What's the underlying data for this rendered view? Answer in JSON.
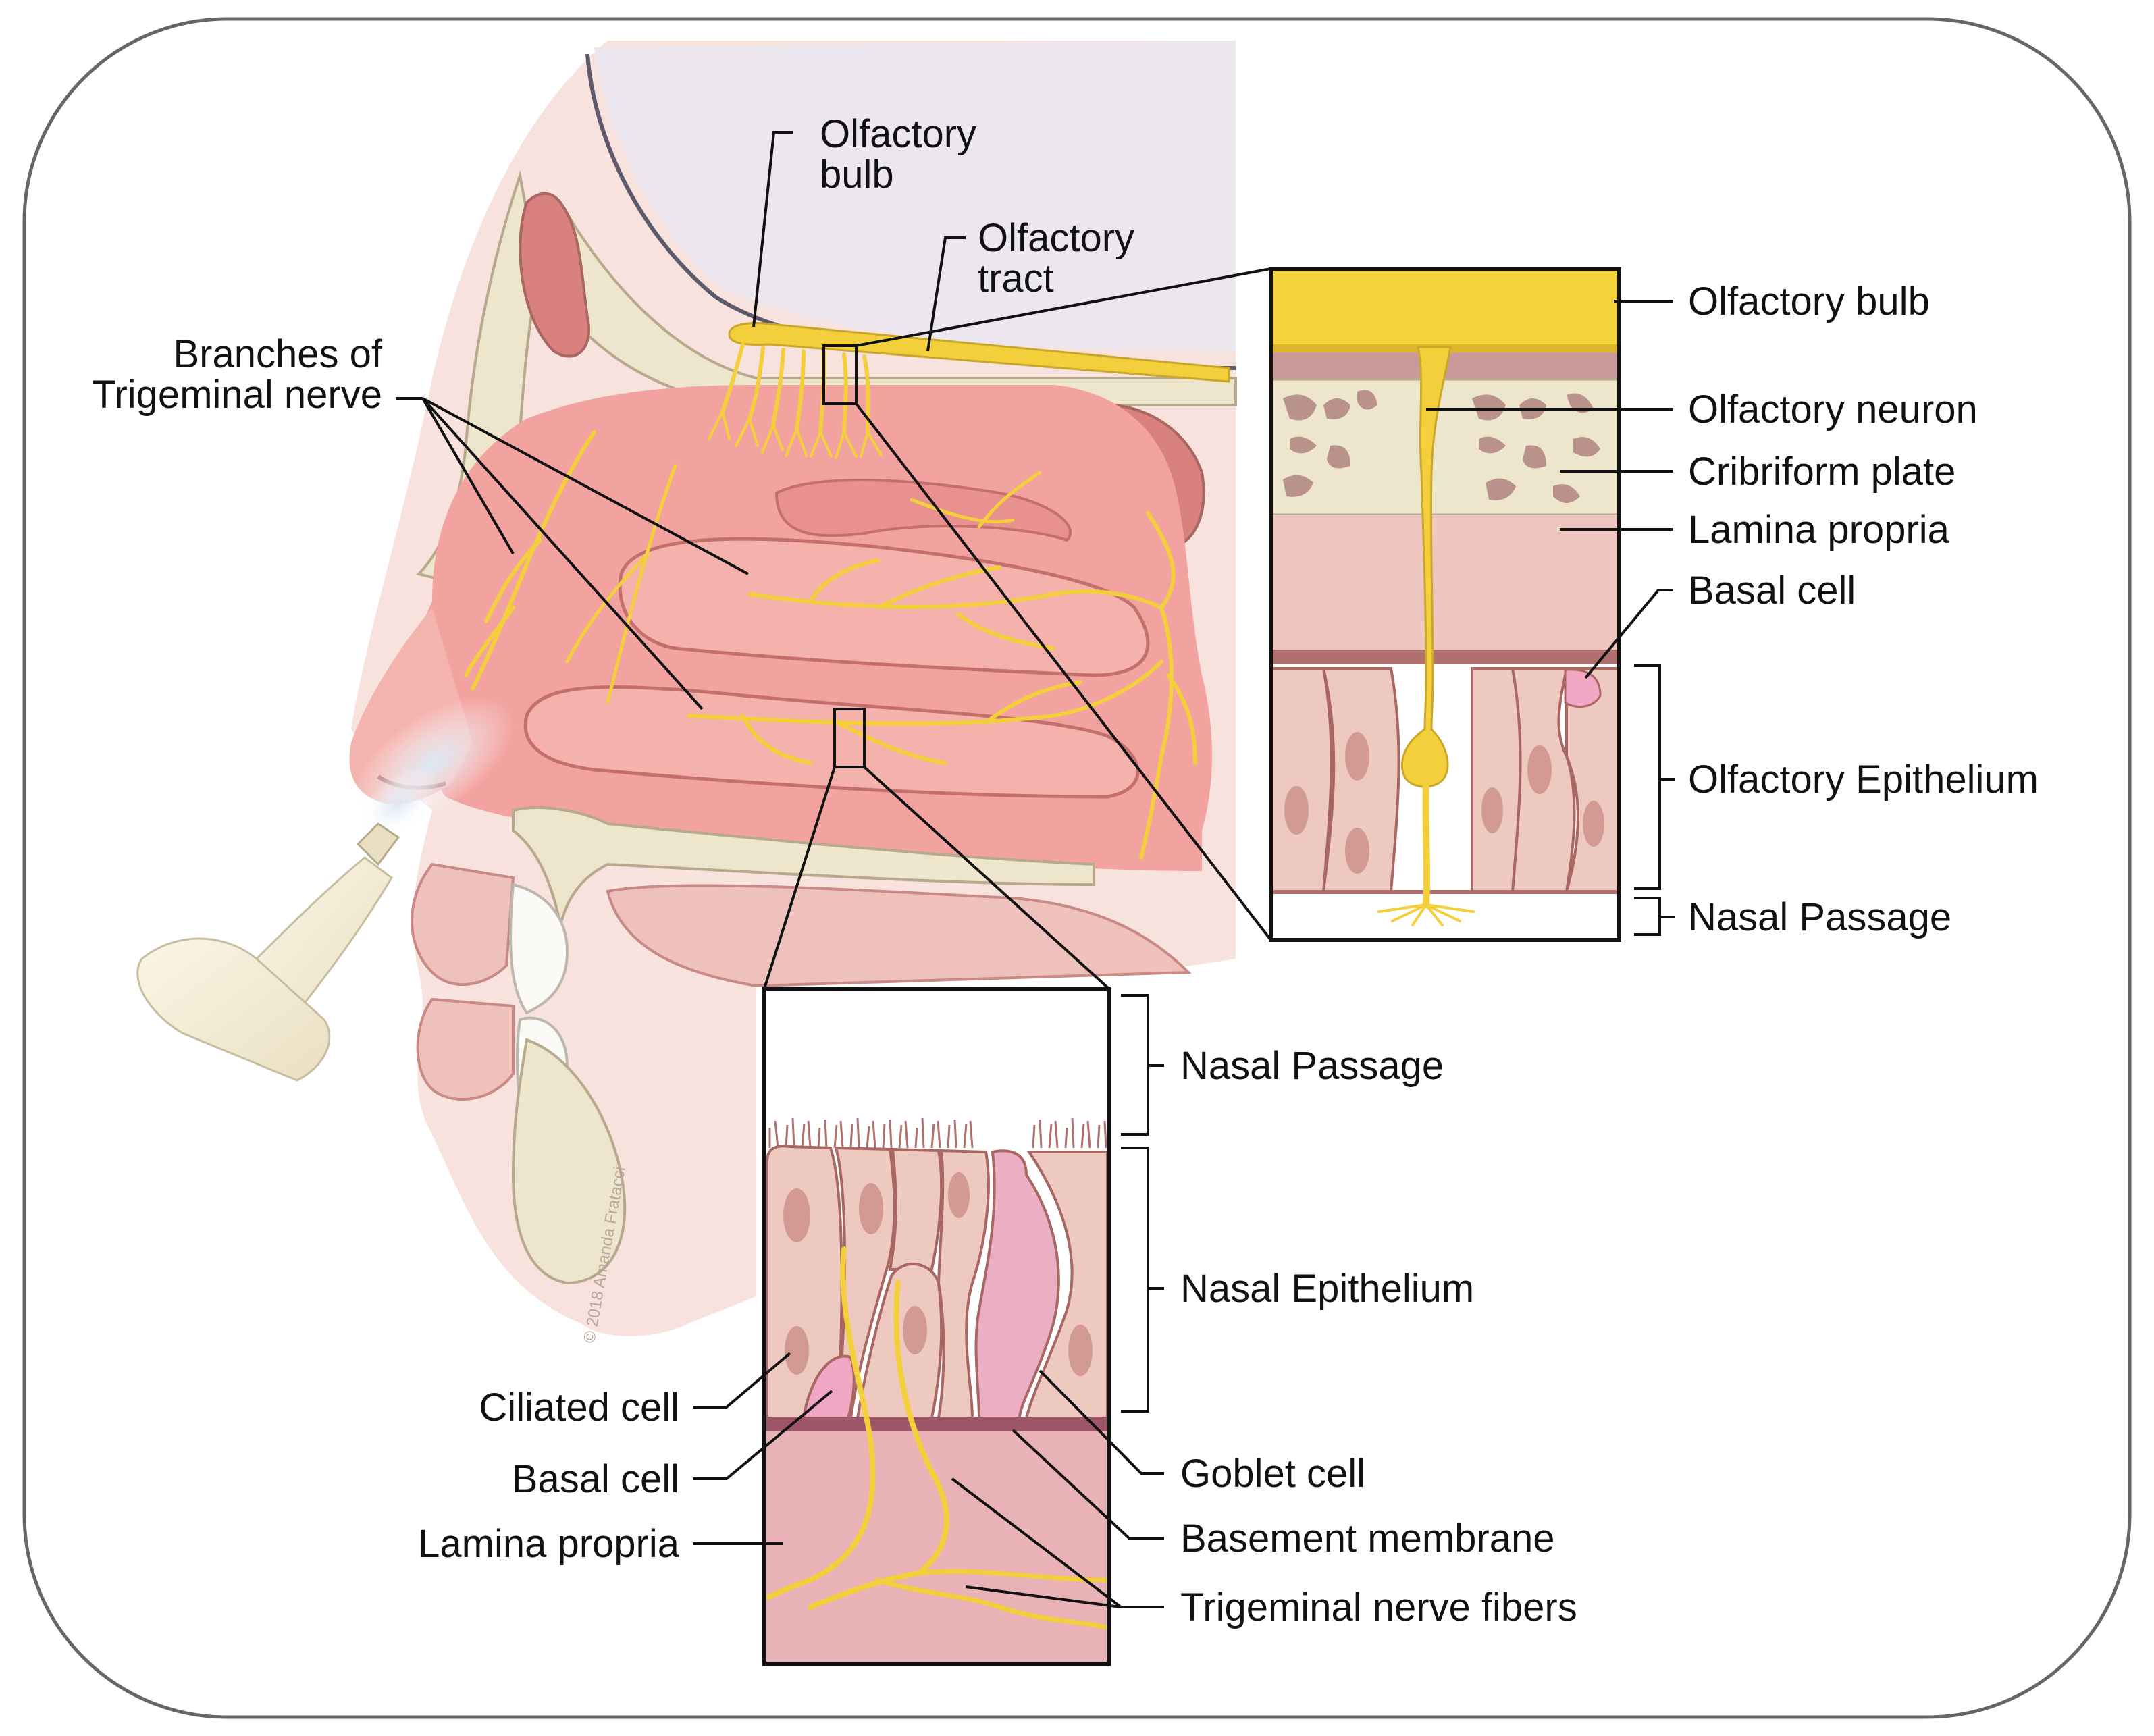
{
  "labels": {
    "olfactory_bulb_top_line1": "Olfactory",
    "olfactory_bulb_top_line2": "bulb",
    "olfactory_tract_line1": "Olfactory",
    "olfactory_tract_line2": "tract",
    "trigeminal_branches_line1": "Branches of",
    "trigeminal_branches_line2": "Trigeminal nerve",
    "artist_signature": "© 2018 Amanda Fratacci"
  },
  "olfactory_inset": {
    "labels": [
      "Olfactory bulb",
      "Olfactory neuron",
      "Cribriform plate",
      "Lamina propria",
      "Basal cell",
      "Olfactory Epithelium",
      "Nasal Passage"
    ]
  },
  "nasal_inset": {
    "right_labels": [
      "Nasal Passage",
      "Nasal Epithelium",
      "Goblet cell",
      "Basement membrane",
      "Trigeminal nerve fibers"
    ],
    "left_labels": [
      "Ciliated cell",
      "Basal cell",
      "Lamina propria"
    ]
  },
  "colors": {
    "nerve": "#f2cf3b",
    "mucosa": "#f2a3a0",
    "bone": "#ede6cd",
    "skin": "#f5dbd6",
    "brain": "#ece7ef"
  }
}
